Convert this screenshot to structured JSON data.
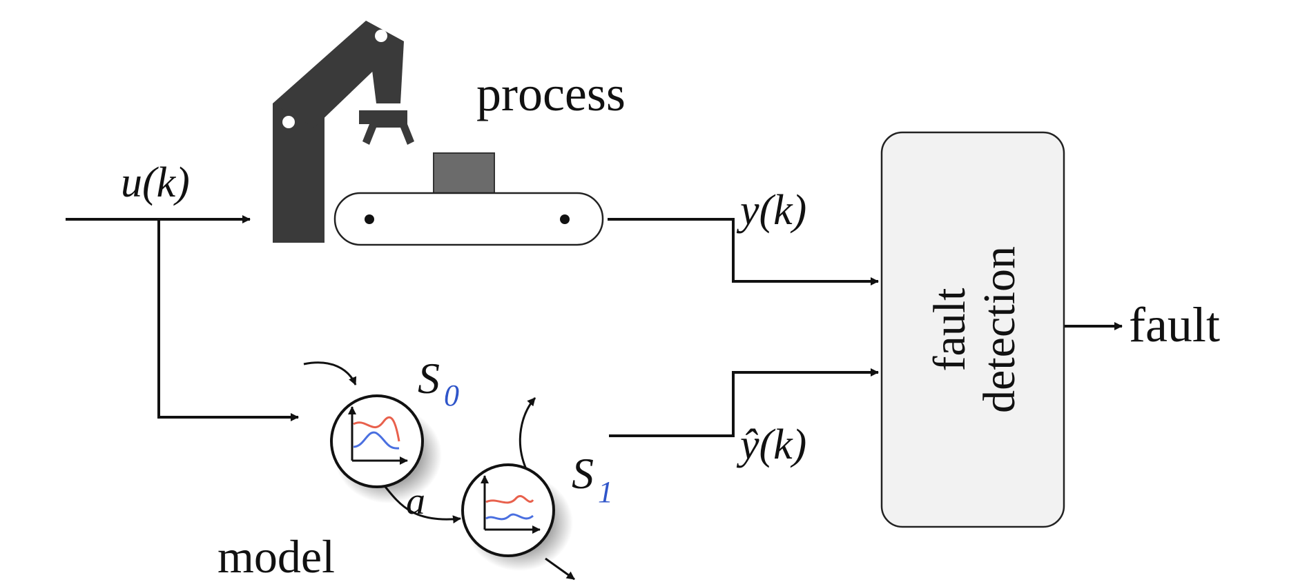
{
  "labels": {
    "process": "process",
    "model": "model",
    "fault_out": "fault",
    "block_line1": "fault",
    "block_line2": "detection",
    "input_signal": "u(k)",
    "output_signal": "y(k)",
    "estimated_output": "ŷ(k)",
    "transition": "a",
    "state0_letter": "S",
    "state0_index": "0",
    "state1_letter": "S",
    "state1_index": "1"
  },
  "colors": {
    "robot": "#3a3a3a",
    "box": "#6b6b6b",
    "line": "#111111",
    "block_fill": "#f2f2f2",
    "state_subscript": "#2f55c9",
    "curve_red": "#e8604c",
    "curve_blue": "#4a6fe0"
  },
  "icons": [
    "robot-arm-icon",
    "conveyor-belt-icon",
    "state-plot-icon"
  ]
}
